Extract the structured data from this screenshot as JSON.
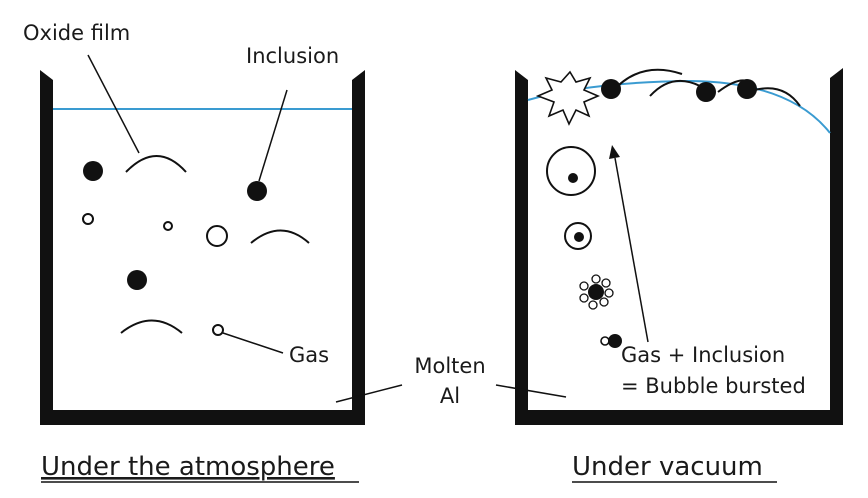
{
  "labels": {
    "oxide_film": "Oxide film",
    "inclusion": "Inclusion",
    "gas": "Gas",
    "molten_line1": "Molten",
    "molten_line2": "Al",
    "gas_inclusion_line1": "Gas + Inclusion",
    "gas_inclusion_line2": "= Bubble bursted"
  },
  "captions": {
    "left": "Under the atmosphere",
    "right": "Under vacuum"
  },
  "colors": {
    "container": "#111111",
    "melt_surface": "#3a9bd1",
    "ink": "#111111"
  }
}
